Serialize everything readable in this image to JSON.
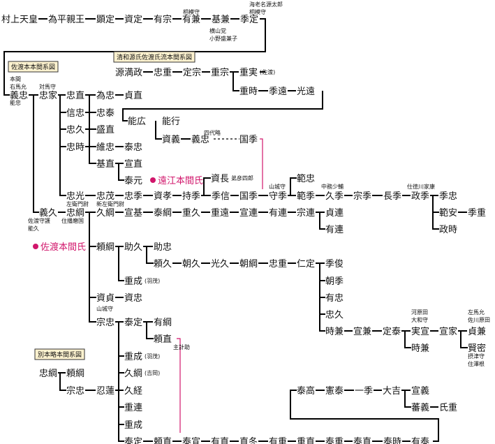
{
  "names": [
    [
      "村上天皇",
      2,
      27
    ],
    [
      "為平親王",
      69,
      27
    ],
    [
      "顕定",
      138,
      27
    ],
    [
      "資定",
      178,
      27
    ],
    [
      "有宗",
      220,
      27
    ],
    [
      "有兼",
      261,
      27
    ],
    [
      "基兼",
      303,
      27
    ],
    [
      "季定",
      344,
      27
    ],
    [
      "源満政",
      165,
      103
    ],
    [
      "忠重",
      220,
      103
    ],
    [
      "定宗",
      262,
      103
    ],
    [
      "重宗",
      302,
      103
    ],
    [
      "重実",
      343,
      103
    ],
    [
      "重時",
      343,
      130
    ],
    [
      "季遠",
      385,
      130
    ],
    [
      "光遠",
      425,
      130
    ],
    [
      "能広",
      183,
      173
    ],
    [
      "能行",
      232,
      173
    ],
    [
      "資義",
      232,
      199
    ],
    [
      "義忠",
      274,
      199
    ],
    [
      "国季",
      343,
      199
    ],
    [
      "義忠",
      14,
      136
    ],
    [
      "忠家",
      56,
      136
    ],
    [
      "忠直",
      95,
      136
    ],
    [
      "為忠",
      138,
      136
    ],
    [
      "貞直",
      178,
      136
    ],
    [
      "信忠",
      95,
      161
    ],
    [
      "忠泰",
      138,
      161
    ],
    [
      "忠久",
      95,
      185
    ],
    [
      "盛直",
      138,
      185
    ],
    [
      "忠時",
      95,
      210
    ],
    [
      "維忠",
      138,
      210
    ],
    [
      "泰忠",
      178,
      210
    ],
    [
      "基直",
      138,
      234
    ],
    [
      "宣直",
      178,
      234
    ],
    [
      "泰元",
      178,
      258
    ],
    [
      "資長",
      302,
      255
    ],
    [
      "範忠",
      425,
      255
    ],
    [
      "忠光",
      95,
      280
    ],
    [
      "忠茂",
      138,
      280
    ],
    [
      "忠季",
      178,
      280
    ],
    [
      "資孝",
      220,
      280
    ],
    [
      "持季",
      261,
      280
    ],
    [
      "季信",
      303,
      280
    ],
    [
      "国季",
      343,
      280
    ],
    [
      "守季",
      385,
      280
    ],
    [
      "範季",
      425,
      280
    ],
    [
      "久季",
      466,
      280
    ],
    [
      "宗季",
      506,
      280
    ],
    [
      "長季",
      549,
      280
    ],
    [
      "政季",
      589,
      280
    ],
    [
      "季忠",
      629,
      280
    ],
    [
      "範安",
      629,
      304
    ],
    [
      "季重",
      670,
      304
    ],
    [
      "政時",
      629,
      328
    ],
    [
      "義久",
      56,
      304
    ],
    [
      "忠綱",
      95,
      304
    ],
    [
      "久綱",
      138,
      304
    ],
    [
      "宣基",
      178,
      304
    ],
    [
      "泰綱",
      220,
      304
    ],
    [
      "重久",
      261,
      304
    ],
    [
      "重遠",
      302,
      304
    ],
    [
      "宣連",
      343,
      304
    ],
    [
      "有連",
      385,
      304
    ],
    [
      "宗連",
      425,
      304
    ],
    [
      "貞連",
      466,
      304
    ],
    [
      "有連",
      466,
      328
    ],
    [
      "頼綱",
      138,
      353
    ],
    [
      "助久",
      178,
      353
    ],
    [
      "助忠",
      220,
      353
    ],
    [
      "頼久",
      220,
      377
    ],
    [
      "朝久",
      261,
      377
    ],
    [
      "光久",
      302,
      377
    ],
    [
      "朝綱",
      343,
      377
    ],
    [
      "忠重",
      385,
      377
    ],
    [
      "仁定",
      425,
      377
    ],
    [
      "季俊",
      466,
      377
    ],
    [
      "朝季",
      466,
      402
    ],
    [
      "重成",
      178,
      402
    ],
    [
      "有忠",
      466,
      426
    ],
    [
      "資貞",
      138,
      426
    ],
    [
      "資忠",
      178,
      426
    ],
    [
      "忠久",
      466,
      450
    ],
    [
      "宗忠",
      138,
      461
    ],
    [
      "泰定",
      178,
      461
    ],
    [
      "有綱",
      220,
      461
    ],
    [
      "時兼",
      466,
      474
    ],
    [
      "宣兼",
      506,
      474
    ],
    [
      "定泰",
      548,
      474
    ],
    [
      "実宣",
      589,
      474
    ],
    [
      "宣家",
      629,
      474
    ],
    [
      "貞兼",
      670,
      474
    ],
    [
      "頼直",
      220,
      485
    ],
    [
      "時兼",
      589,
      498
    ],
    [
      "賢密",
      670,
      498
    ],
    [
      "重成",
      178,
      510
    ],
    [
      "久綱",
      178,
      534
    ],
    [
      "忠綱",
      56,
      534
    ],
    [
      "頼綱",
      95,
      534
    ],
    [
      "宗忠",
      95,
      559
    ],
    [
      "忍蓮",
      138,
      559
    ],
    [
      "久経",
      178,
      559
    ],
    [
      "泰高",
      425,
      559
    ],
    [
      "憲泰",
      466,
      559
    ],
    [
      "一季",
      508,
      559
    ],
    [
      "大吉",
      548,
      559
    ],
    [
      "宣義",
      589,
      559
    ],
    [
      "重連",
      178,
      583
    ],
    [
      "蕃義",
      589,
      583
    ],
    [
      "氏重",
      629,
      583
    ],
    [
      "重成",
      178,
      608
    ],
    [
      "泰定",
      178,
      632
    ],
    [
      "頼直",
      220,
      632
    ],
    [
      "泰宣",
      261,
      632
    ],
    [
      "有直",
      302,
      632
    ],
    [
      "直冬",
      343,
      632
    ],
    [
      "有重",
      385,
      632
    ],
    [
      "重直",
      425,
      632
    ],
    [
      "泰重",
      466,
      632
    ],
    [
      "泰直",
      506,
      632
    ],
    [
      "泰時",
      549,
      632
    ],
    [
      "有泰",
      589,
      632
    ]
  ],
  "notes": [
    [
      "相模守",
      262,
      17
    ],
    [
      "海老名源太郎",
      357,
      6
    ],
    [
      "相模守",
      357,
      17
    ],
    [
      "横山党",
      300,
      44
    ],
    [
      "小野盛兼子",
      300,
      55
    ],
    [
      "(佐渡)",
      372,
      103
    ],
    [
      "四代略",
      292,
      190
    ],
    [
      "弟彦四郎",
      331,
      255
    ],
    [
      "山城守",
      385,
      267
    ],
    [
      "中務少輔",
      460,
      267
    ],
    [
      "仕徳川家康",
      583,
      267
    ],
    [
      "本間",
      14,
      113
    ],
    [
      "右馬允",
      14,
      124
    ],
    [
      "能忠",
      14,
      147
    ],
    [
      "対馬守",
      56,
      124
    ],
    [
      "左衛門尉",
      95,
      292
    ],
    [
      "新左衛門尉",
      138,
      292
    ],
    [
      "佐渡守護",
      40,
      316
    ],
    [
      "能久",
      40,
      327
    ],
    [
      "住播磨国",
      88,
      316
    ],
    [
      "(羽茂)",
      207,
      402
    ],
    [
      "山城守",
      138,
      442
    ],
    [
      "主計助",
      248,
      497
    ],
    [
      "河原田",
      589,
      447
    ],
    [
      "大和守",
      589,
      458
    ],
    [
      "左馬允",
      670,
      447
    ],
    [
      "佐川原田",
      670,
      458
    ],
    [
      "摂津守",
      670,
      510
    ],
    [
      "住澤根",
      670,
      521
    ],
    [
      "(羽茂)",
      207,
      510
    ],
    [
      "(吉岡)",
      207,
      534
    ]
  ],
  "boxes": [
    [
      "佐渡本本間系図",
      12,
      95
    ],
    [
      "清和源氏佐渡氏流本間系図",
      163,
      81
    ],
    [
      "別本略本間系図",
      50,
      507
    ]
  ],
  "markers": [
    [
      "遠江本間氏",
      214,
      258
    ],
    [
      "佐渡本間氏",
      46,
      353
    ]
  ]
}
